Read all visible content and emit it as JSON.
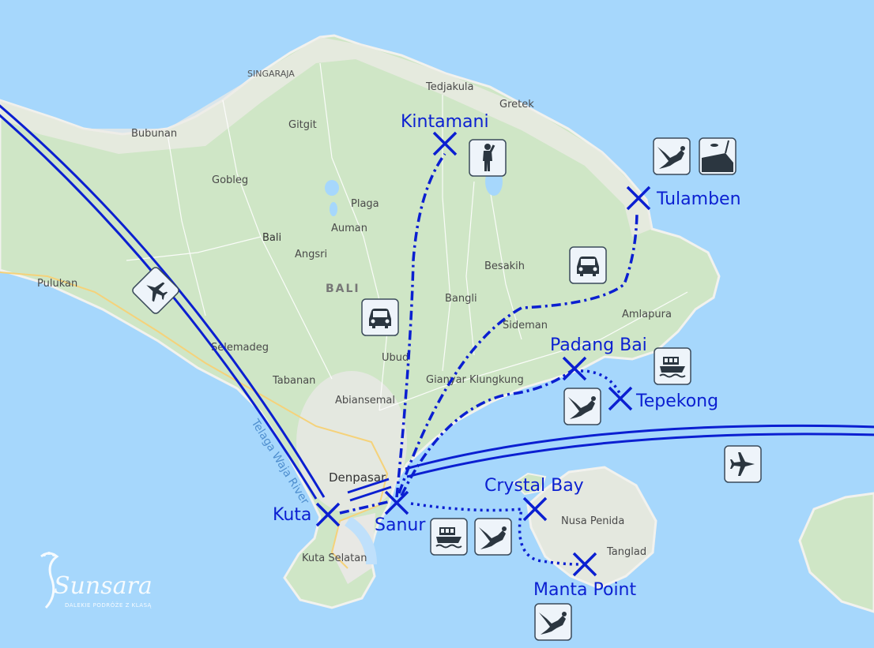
{
  "colors": {
    "sea": "#a6d7fc",
    "land": "#cfe6c6",
    "route": "#0b1fd1",
    "label": "#0b1fd1"
  },
  "places": {
    "singaraja": "SINGARAJA",
    "tedjakula": "Tedjakula",
    "gretek": "Gretek",
    "bubunan": "Bubunan",
    "gitgit": "Gitgit",
    "gobleg": "Gobleg",
    "plaga": "Plaga",
    "auman": "Auman",
    "bali_town": "Bali",
    "angsri": "Angsri",
    "besakih": "Besakih",
    "bali_region": "BALI",
    "bangli": "Bangli",
    "sideman": "Sideman",
    "amlapura": "Amlapura",
    "pulukan": "Pulukan",
    "selemadeg": "Selemadeg",
    "tabanan": "Tabanan",
    "ubud": "Ubud",
    "gianyar": "Gianyar",
    "klungkung": "Klungkung",
    "abiansemal": "Abiansemal",
    "denpasar": "Denpasar",
    "nusa_penida": "Nusa Penida",
    "tanglad": "Tanglad",
    "kuta_selatan": "Kuta Selatan",
    "river": "Telaga Waja River"
  },
  "destinations": {
    "kintamani": "Kintamani",
    "tulamben": "Tulamben",
    "padang_bai": "Padang Bai",
    "tepekong": "Tepekong",
    "kuta": "Kuta",
    "sanur": "Sanur",
    "crystal_bay": "Crystal Bay",
    "manta_point": "Manta Point"
  },
  "icons": [
    "plane-icon",
    "car-icon",
    "hiker-icon",
    "diver-icon",
    "shipwreck-icon",
    "ferry-icon"
  ],
  "logo": {
    "name": "Sunsara",
    "tagline": "DALEKIE PODRÓŻE Z KLASĄ"
  }
}
